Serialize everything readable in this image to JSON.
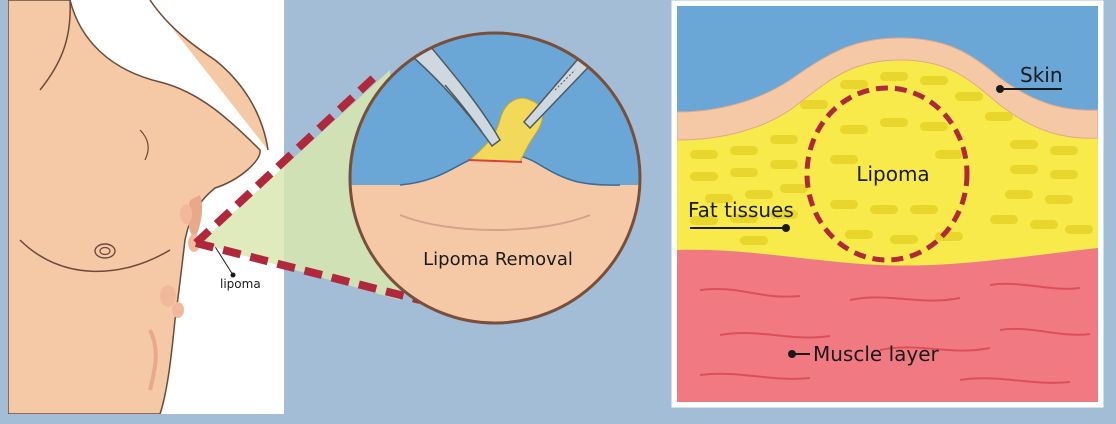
{
  "labels": {
    "lipoma_small": "lipoma",
    "removal": "Lipoma Removal",
    "skin": "Skin",
    "lipoma": "Lipoma",
    "fat": "Fat tissues",
    "muscle": "Muscle layer"
  },
  "colors": {
    "background": "#a3bdd6",
    "skin_tone": "#f6c9a6",
    "skin_shadow": "#e8a98a",
    "blue_bg": "#6aa6d6",
    "fat_yellow": "#f7ea4a",
    "fat_cell": "#e9d62c",
    "muscle_red": "#f17a82",
    "dashed_red": "#b0283c",
    "cone_green": "#c6dfaa"
  }
}
